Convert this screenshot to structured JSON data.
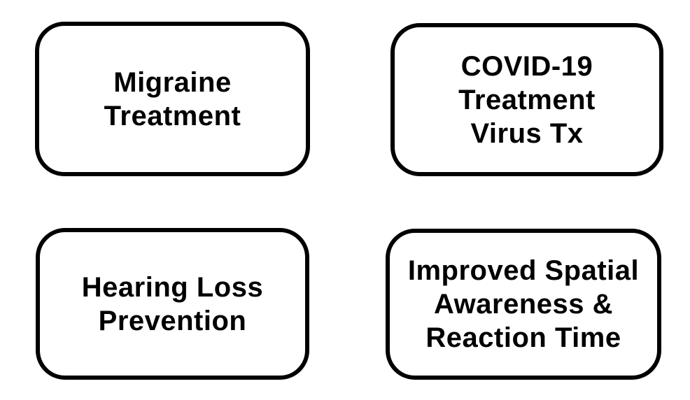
{
  "diagram": {
    "background_color": "#ffffff",
    "node_fill_color": "#ffffff",
    "node_border_color": "#000000",
    "text_color": "#000000",
    "nodes": [
      {
        "name": "migraine-treatment",
        "lines": [
          "Migraine",
          "Treatment"
        ]
      },
      {
        "name": "covid19-treatment-virus-tx",
        "lines": [
          "COVID-19",
          "Treatment",
          "Virus Tx"
        ]
      },
      {
        "name": "hearing-loss-prevention",
        "lines": [
          "Hearing Loss",
          "Prevention"
        ]
      },
      {
        "name": "improved-spatial-awareness-reaction-time",
        "lines": [
          "Improved Spatial",
          "Awareness &",
          "Reaction Time"
        ]
      }
    ]
  }
}
